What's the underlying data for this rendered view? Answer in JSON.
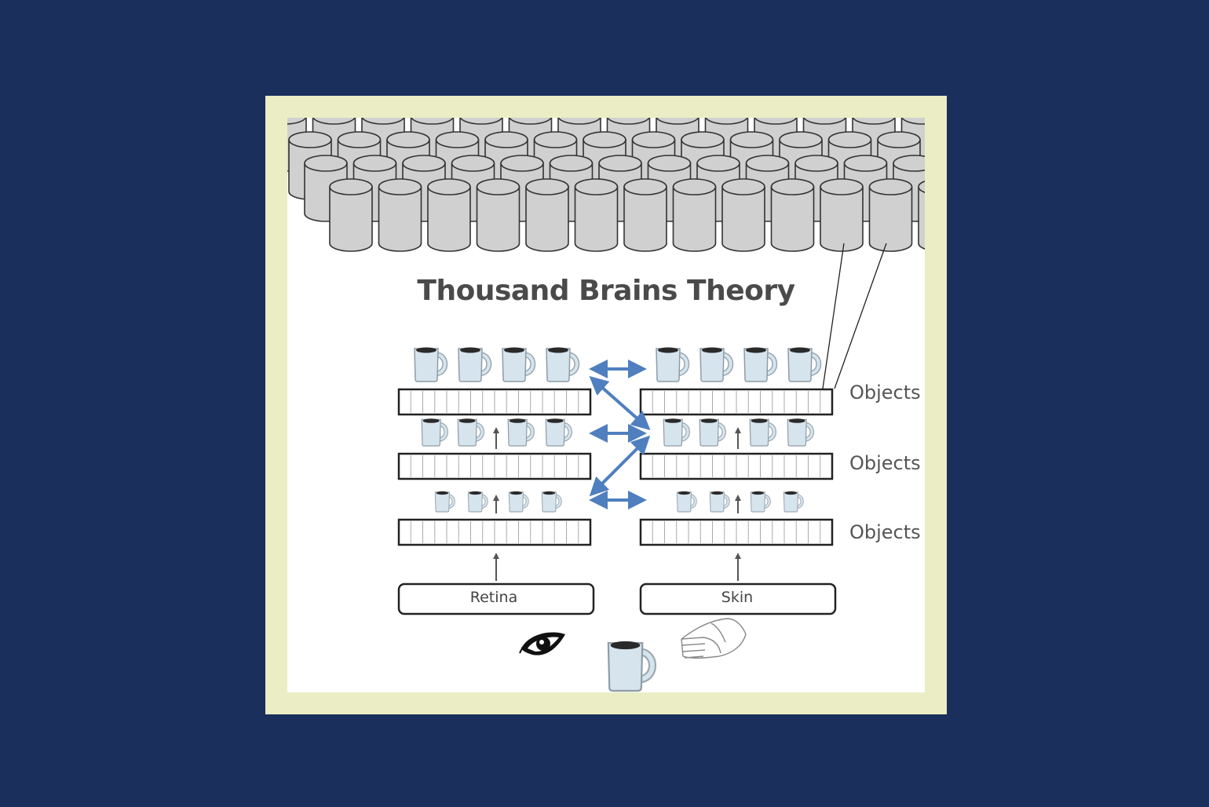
{
  "slide": {
    "background_color": "#1a2f5c",
    "frame_color": "#ebedc4"
  },
  "diagram": {
    "title": "Thousand Brains Theory",
    "cortical_columns": {
      "rows": 4,
      "fill_color": "#d0d0d0",
      "stroke_color": "#333333"
    },
    "layers": [
      {
        "label": "Objects",
        "mug_size": "large"
      },
      {
        "label": "Objects",
        "mug_size": "medium"
      },
      {
        "label": "Objects",
        "mug_size": "small"
      }
    ],
    "columns": [
      {
        "sensor": "Retina",
        "sensor_icon": "eye-icon"
      },
      {
        "sensor": "Skin",
        "sensor_icon": "hand-icon"
      }
    ],
    "mugs_per_layer": 4,
    "cells_per_layer": 16,
    "arrow_color": "#4f7fbf",
    "mug_color": "#d6e4ee",
    "stimulus": "coffee-mug-icon"
  }
}
